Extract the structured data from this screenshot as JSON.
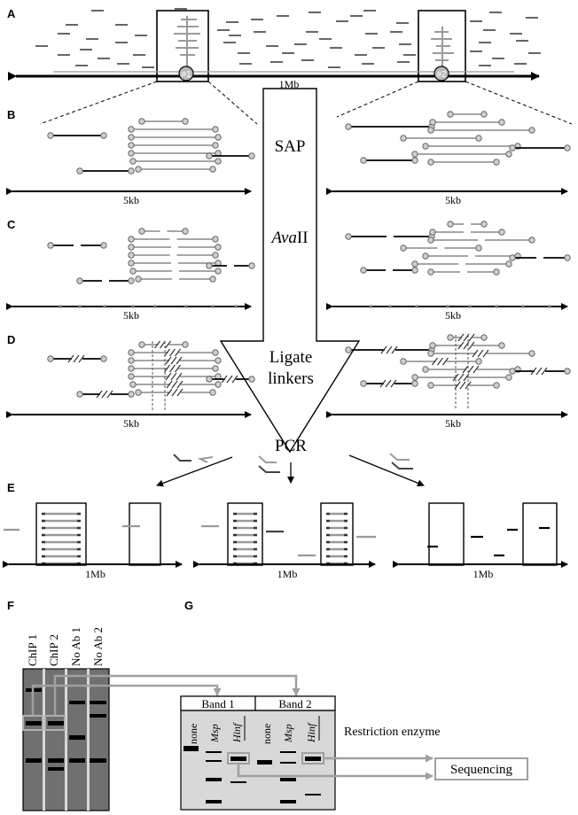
{
  "panel_labels": {
    "a": "A",
    "b": "B",
    "c": "C",
    "d": "D",
    "e": "E",
    "f": "F",
    "g": "G"
  },
  "scale_labels": {
    "top": "1Mb",
    "b_left": "5kb",
    "b_right": "5kb",
    "c_left": "5kb",
    "c_right": "5kb",
    "d_left": "5kb",
    "d_right": "5kb",
    "e_left": "1Mb",
    "e_mid": "1Mb",
    "e_right": "1Mb"
  },
  "sites": {
    "site1": "#1",
    "site2": "#2"
  },
  "steps": {
    "sap": "SAP",
    "ava_italic": "Ava",
    "ava_rest": "II",
    "ligate_line1": "Ligate",
    "ligate_line2": "linkers",
    "pcr": "PCR"
  },
  "gel_f": {
    "lanes": [
      "ChIP 1",
      "ChIP 2",
      "No Ab 1",
      "No Ab 2"
    ]
  },
  "gel_g": {
    "band_headers": [
      "Band 1",
      "Band 2"
    ],
    "lanes": [
      "none",
      "Msp",
      "Hinf",
      "none",
      "Msp",
      "Hinf"
    ],
    "enzyme_label": "Restriction enzyme",
    "sequencing_label": "Sequencing"
  },
  "colors": {
    "grey_fragment": "#9a9a9a",
    "gel_f_bg": "#707070",
    "gel_g_bg": "#d8d8d8",
    "link_arrow": "#a0a0a0"
  }
}
